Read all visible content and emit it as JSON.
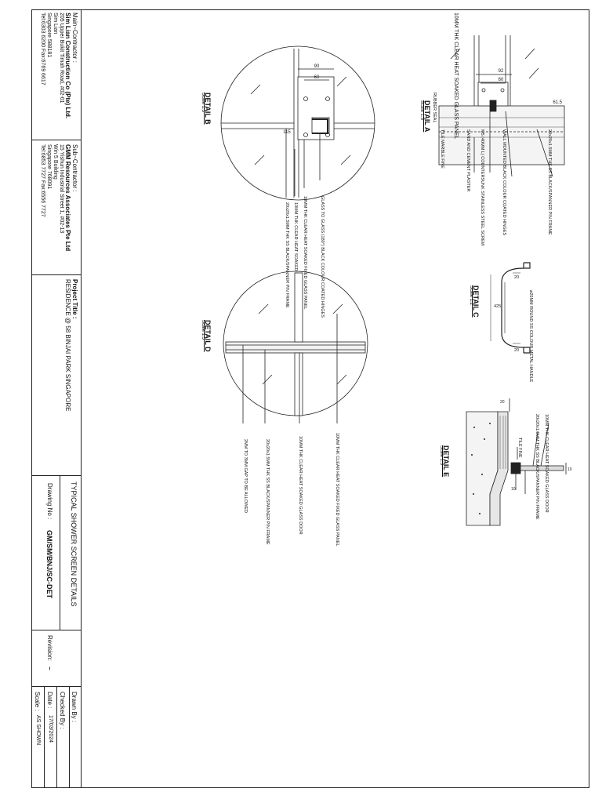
{
  "title_block": {
    "main_contractor": {
      "heading": "Main~Contractor :",
      "name": "Sim Lian Construction Co (Pte) Ltd.",
      "address1": "205 Upper Bukit Timah Road,  #02-01",
      "address2": "Sim Lian",
      "address3": "Singapore 588181",
      "contact": "Tel:6303 6200   Fax:6769 6617"
    },
    "sub_contractor": {
      "heading": "Sub~Contractor :",
      "name": "GMM Resources Associates Pte Ltd",
      "address1": "15 Yishun Industrial Street 1, #02-13",
      "address2": "Win 5 Building",
      "address3": "Singapore 768091",
      "contact": "Tel:6853 7727   Fax:6556 7727"
    },
    "project_title_label": "Project Title :",
    "project_title": "RESIDENCE @ 58 BINJAI PARK SINGAPORE",
    "drawing_title": "TYPICAL SHOWER SCREEN DETAILS",
    "drawing_no_label": "Drawing No :",
    "drawing_no": "GM/SM/BNJ/SC-DET",
    "revision_label": "Revision:",
    "revision": "–",
    "drawn_by_label": "Drawn By :",
    "checked_by_label": "Checked By :",
    "date_label": "Date :",
    "date": "17/03/2024",
    "scale_label": "Scale :",
    "scale": "AS SHOWN"
  },
  "details": {
    "a": {
      "title": "DETAIL A",
      "scale": "Scale 1:5",
      "dims": [
        "92",
        "60",
        "61.5"
      ],
      "notes": [
        "10MM THK CLEAR HEAT SOAKED GLASS PANEL",
        "20x20x1.5MM THK SS BLACK/SPANNER PIN FRAME",
        "WALL MOUNTED BLACK COLOUR COATED HINGES",
        "M5 (40MM L) COUNTERSUNK STAINLESS STEEL SCREW",
        "SAND AND CEMENT PLASTER",
        "TILE MARBLE FINE",
        "RUBBER SEAL"
      ]
    },
    "b": {
      "title": "DETAIL B",
      "scale": "Scale 1:5",
      "dims": [
        "90",
        "60",
        "115"
      ],
      "notes": [
        "GLASS TO GLASS (180°) BLACK COLOUR COATED HINGES",
        "10MM THK CLEAR HEAT SOAKED FIXED GLASS PANEL",
        "10MM THK CLEAR HEAT SOAKED GLASS DOOR",
        "20x20x1.5MM THK SS BLACK/SPANNER PIN FRAME"
      ]
    },
    "c": {
      "title": "DETAIL C",
      "scale": "Scale 1:2",
      "dims": [
        "20",
        "425",
        "20"
      ],
      "notes": [
        "ø25MM ROUND SS COLOUR METAL HANDLE"
      ]
    },
    "d": {
      "title": "DETAIL D",
      "scale": "Scale 1:5",
      "notes": [
        "10MM THK CLEAR HEAT SOAKED FIXED GLASS PANEL",
        "10MM THK CLEAR HEAT SOAKED GLASS DOOR",
        "20x20x1.5MM THK SS BLACK/SPANNER PIN FRAME",
        "2MM TO 3MM GAP TO BE ALLOWED"
      ]
    },
    "e": {
      "title": "DETAIL E",
      "scale": "Scale 1:3",
      "dims": [
        "20",
        "10",
        "10"
      ],
      "notes": [
        "10MM THK CLEAR HEAT SOAKED GLASS DOOR",
        "20x20x1.5MM THK SS BLACK/SPANNER PIN FRAME",
        "TILE FINE"
      ]
    }
  }
}
